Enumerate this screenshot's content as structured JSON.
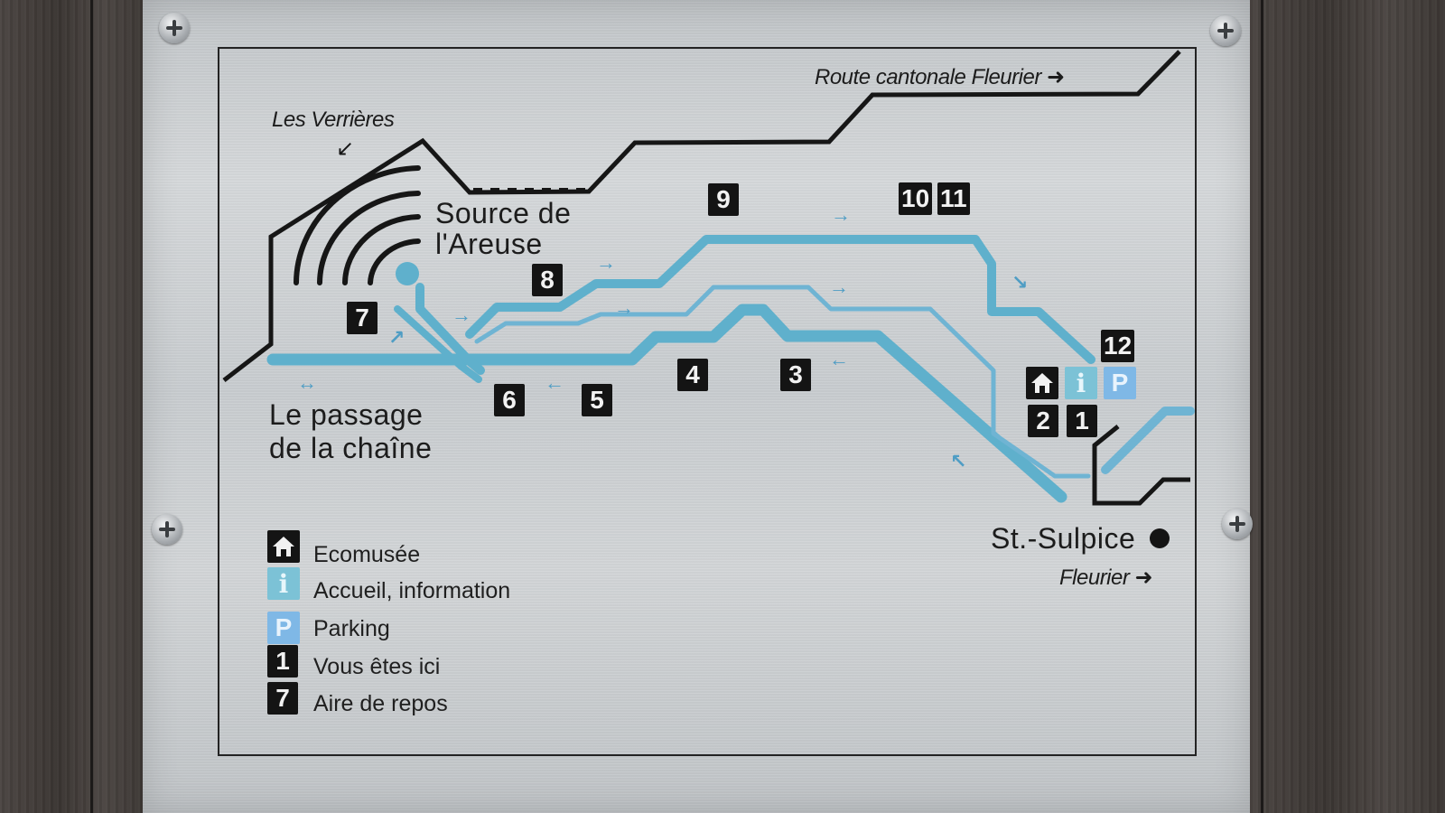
{
  "map": {
    "labels": {
      "road_to_fleurier": "Route cantonale Fleurier ➜",
      "les_verrieres": "Les Verrières",
      "source_line1": "Source de",
      "source_line2": "l'Areuse",
      "passage_line1": "Le passage",
      "passage_line2": "de la chaîne",
      "st_sulpice": "St.-Sulpice",
      "fleurier": "Fleurier ➜"
    },
    "stops": [
      "1",
      "2",
      "3",
      "4",
      "5",
      "6",
      "7",
      "8",
      "9",
      "10",
      "11",
      "12"
    ],
    "direction_arrows": [
      "→",
      "→",
      "→",
      "→",
      "→",
      "←",
      "←",
      "↘",
      "↖",
      "↔",
      "↗"
    ],
    "colors": {
      "river": "#5fb0cc",
      "parking": "#7fb8e6",
      "info": "#7cc2d6",
      "ink": "#141414"
    },
    "icons": {
      "museum": "house-icon",
      "info": "i",
      "parking": "P"
    }
  },
  "legend": [
    {
      "symbol": "house-icon",
      "label": "Ecomusée"
    },
    {
      "symbol": "i",
      "label": "Accueil, information"
    },
    {
      "symbol": "P",
      "label": "Parking"
    },
    {
      "symbol": "1",
      "label": "Vous êtes ici"
    },
    {
      "symbol": "7",
      "label": "Aire de repos"
    }
  ]
}
